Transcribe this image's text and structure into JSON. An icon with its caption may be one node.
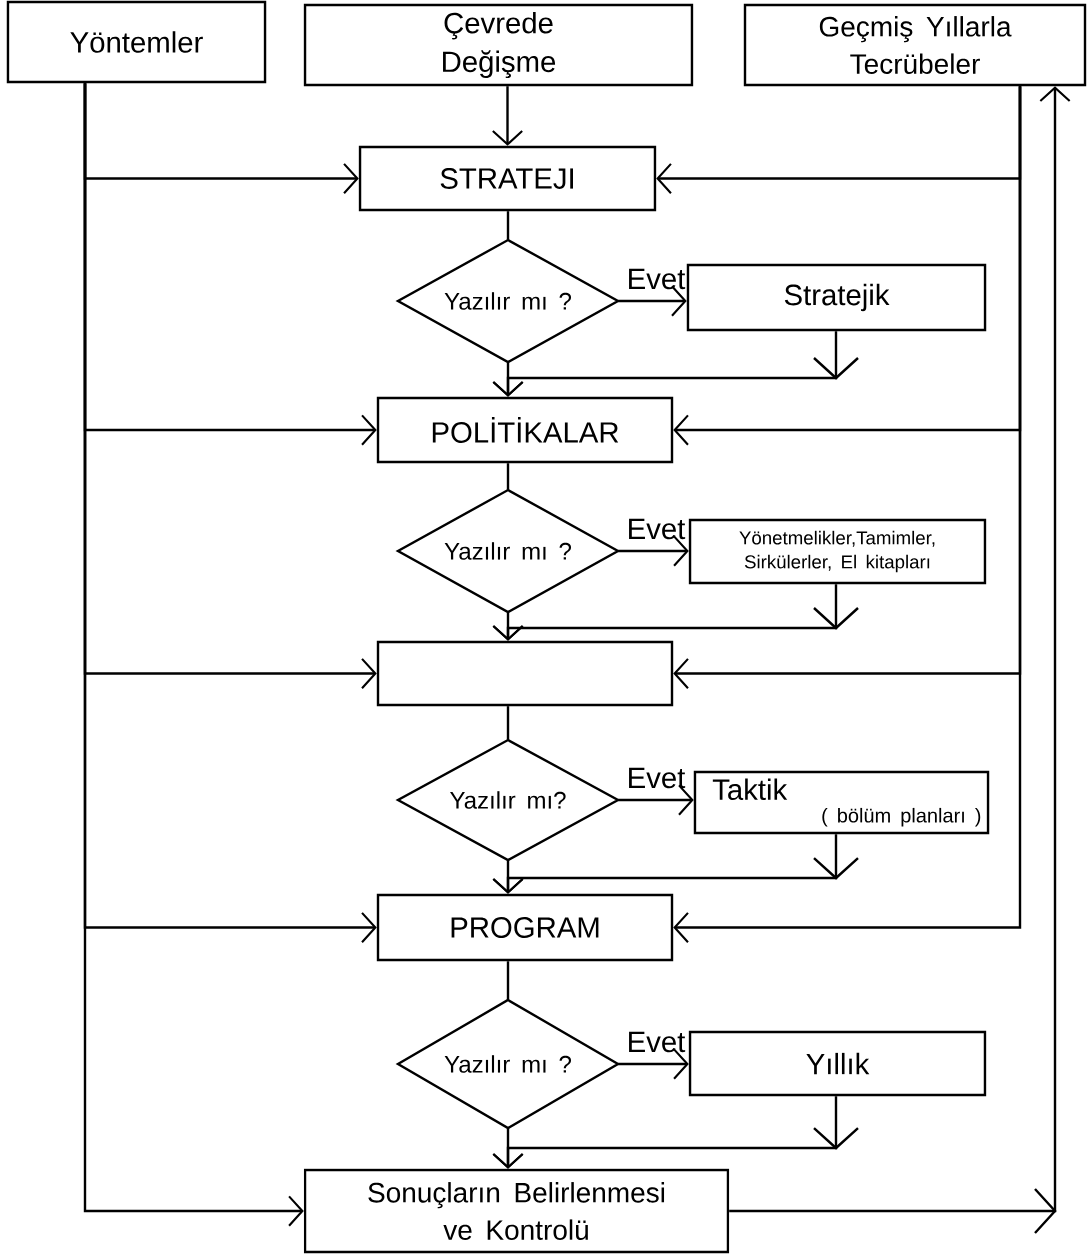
{
  "diagram": {
    "nodes": [
      {
        "text": [
          "Yöntemler"
        ]
      },
      {
        "text": [
          "Çevrede Değişme"
        ]
      },
      {
        "text": [
          "Geçmiş Yıllarla Tecrübeler"
        ]
      },
      {
        "text": [
          "STRATEJI"
        ]
      },
      {
        "text": [
          "Yazılır mı ?"
        ]
      },
      {
        "text": [
          "Stratejik"
        ]
      },
      {
        "text": [
          "POLİTİKALAR"
        ]
      },
      {
        "text": [
          "Yazılır mı ?"
        ]
      },
      {
        "text": [
          "Yönetmelikler,Tamimler, Sirkülerler, El kitapları"
        ]
      },
      {
        "text": [],
        "shape": "box"
      },
      {
        "text": [
          "Yazılır mı?"
        ]
      },
      {
        "text": [
          "Taktik",
          "( bölüm planları )"
        ]
      },
      {
        "text": [
          "PROGRAM"
        ]
      },
      {
        "text": [
          "Yazılır mı ?"
        ]
      },
      {
        "text": [
          "Yıllık"
        ]
      },
      {
        "text": [
          "Sonuçların Belirlenmesi ve Kontrolü"
        ]
      }
    ],
    "edges": [
      {
        "from": 1,
        "to": 3,
        "arrow": "to"
      },
      {
        "from": 0,
        "to": 3,
        "arrow": "to"
      },
      {
        "from": 0,
        "to": 6,
        "arrow": "to"
      },
      {
        "from": 0,
        "to": 9,
        "arrow": "to"
      },
      {
        "from": 0,
        "to": 12,
        "arrow": "to"
      },
      {
        "from": 0,
        "to": 15,
        "arrow": "to"
      },
      {
        "from": 2,
        "to": 3,
        "arrow": "to"
      },
      {
        "from": 2,
        "to": 6,
        "arrow": "to"
      },
      {
        "from": 2,
        "to": 9,
        "arrow": "to"
      },
      {
        "from": 2,
        "to": 12,
        "arrow": "to"
      },
      {
        "from": 3,
        "to": 4,
        "arrow": "none"
      },
      {
        "from": 4,
        "to": 5,
        "arrow": "to",
        "label": "Evet"
      },
      {
        "from": 4,
        "to": 6,
        "arrow": "to"
      },
      {
        "from": 5,
        "to": 6,
        "arrow": "to"
      },
      {
        "from": 6,
        "to": 7,
        "arrow": "none"
      },
      {
        "from": 7,
        "to": 8,
        "arrow": "to",
        "label": "Evet"
      },
      {
        "from": 7,
        "to": 9,
        "arrow": "to"
      },
      {
        "from": 8,
        "to": 9,
        "arrow": "to"
      },
      {
        "from": 9,
        "to": 10,
        "arrow": "none"
      },
      {
        "from": 10,
        "to": 11,
        "arrow": "to",
        "label": "Evet"
      },
      {
        "from": 10,
        "to": 12,
        "arrow": "to"
      },
      {
        "from": 11,
        "to": 12,
        "arrow": "to"
      },
      {
        "from": 12,
        "to": 13,
        "arrow": "none"
      },
      {
        "from": 13,
        "to": 14,
        "arrow": "to",
        "label": "Evet"
      },
      {
        "from": 13,
        "to": 15,
        "arrow": "to"
      },
      {
        "from": 14,
        "to": 15,
        "arrow": "to"
      },
      {
        "from": 15,
        "to": 2,
        "arrow": "to"
      }
    ]
  }
}
